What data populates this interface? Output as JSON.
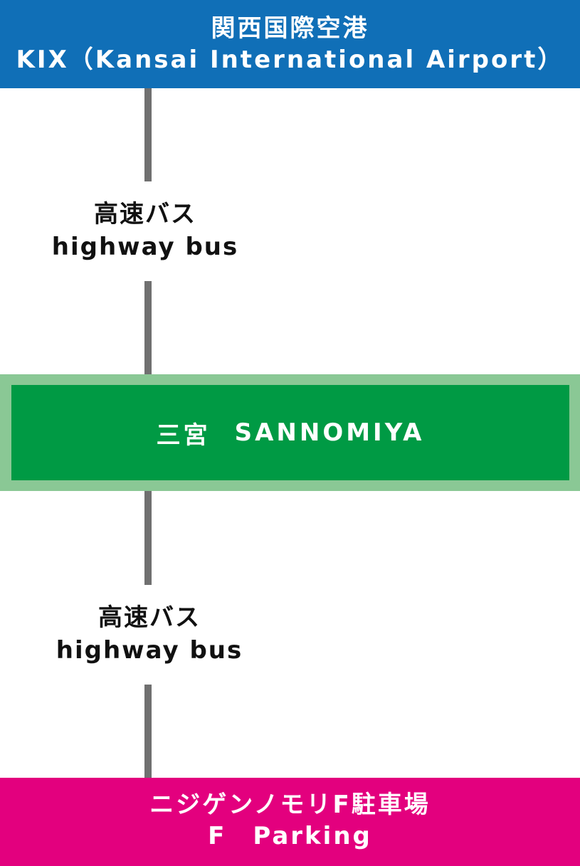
{
  "origin": {
    "name_ja": "関西国際空港",
    "name_en": "KIX（Kansai International Airport）"
  },
  "segments": [
    {
      "mode_ja": "高速バス",
      "mode_en": "highway bus"
    },
    {
      "mode_ja": "高速バス",
      "mode_en": "highway bus"
    }
  ],
  "transfer": {
    "name_ja": "三宮",
    "name_en": "SANNOMIYA"
  },
  "destination": {
    "name_ja": "ニジゲンノモリF駐車場",
    "name_en": "F　Parking"
  },
  "colors": {
    "origin": "#106fb7",
    "transfer": "#009a44",
    "transfer_border": "#8ac895",
    "destination": "#e3007e",
    "line": "#707070"
  }
}
